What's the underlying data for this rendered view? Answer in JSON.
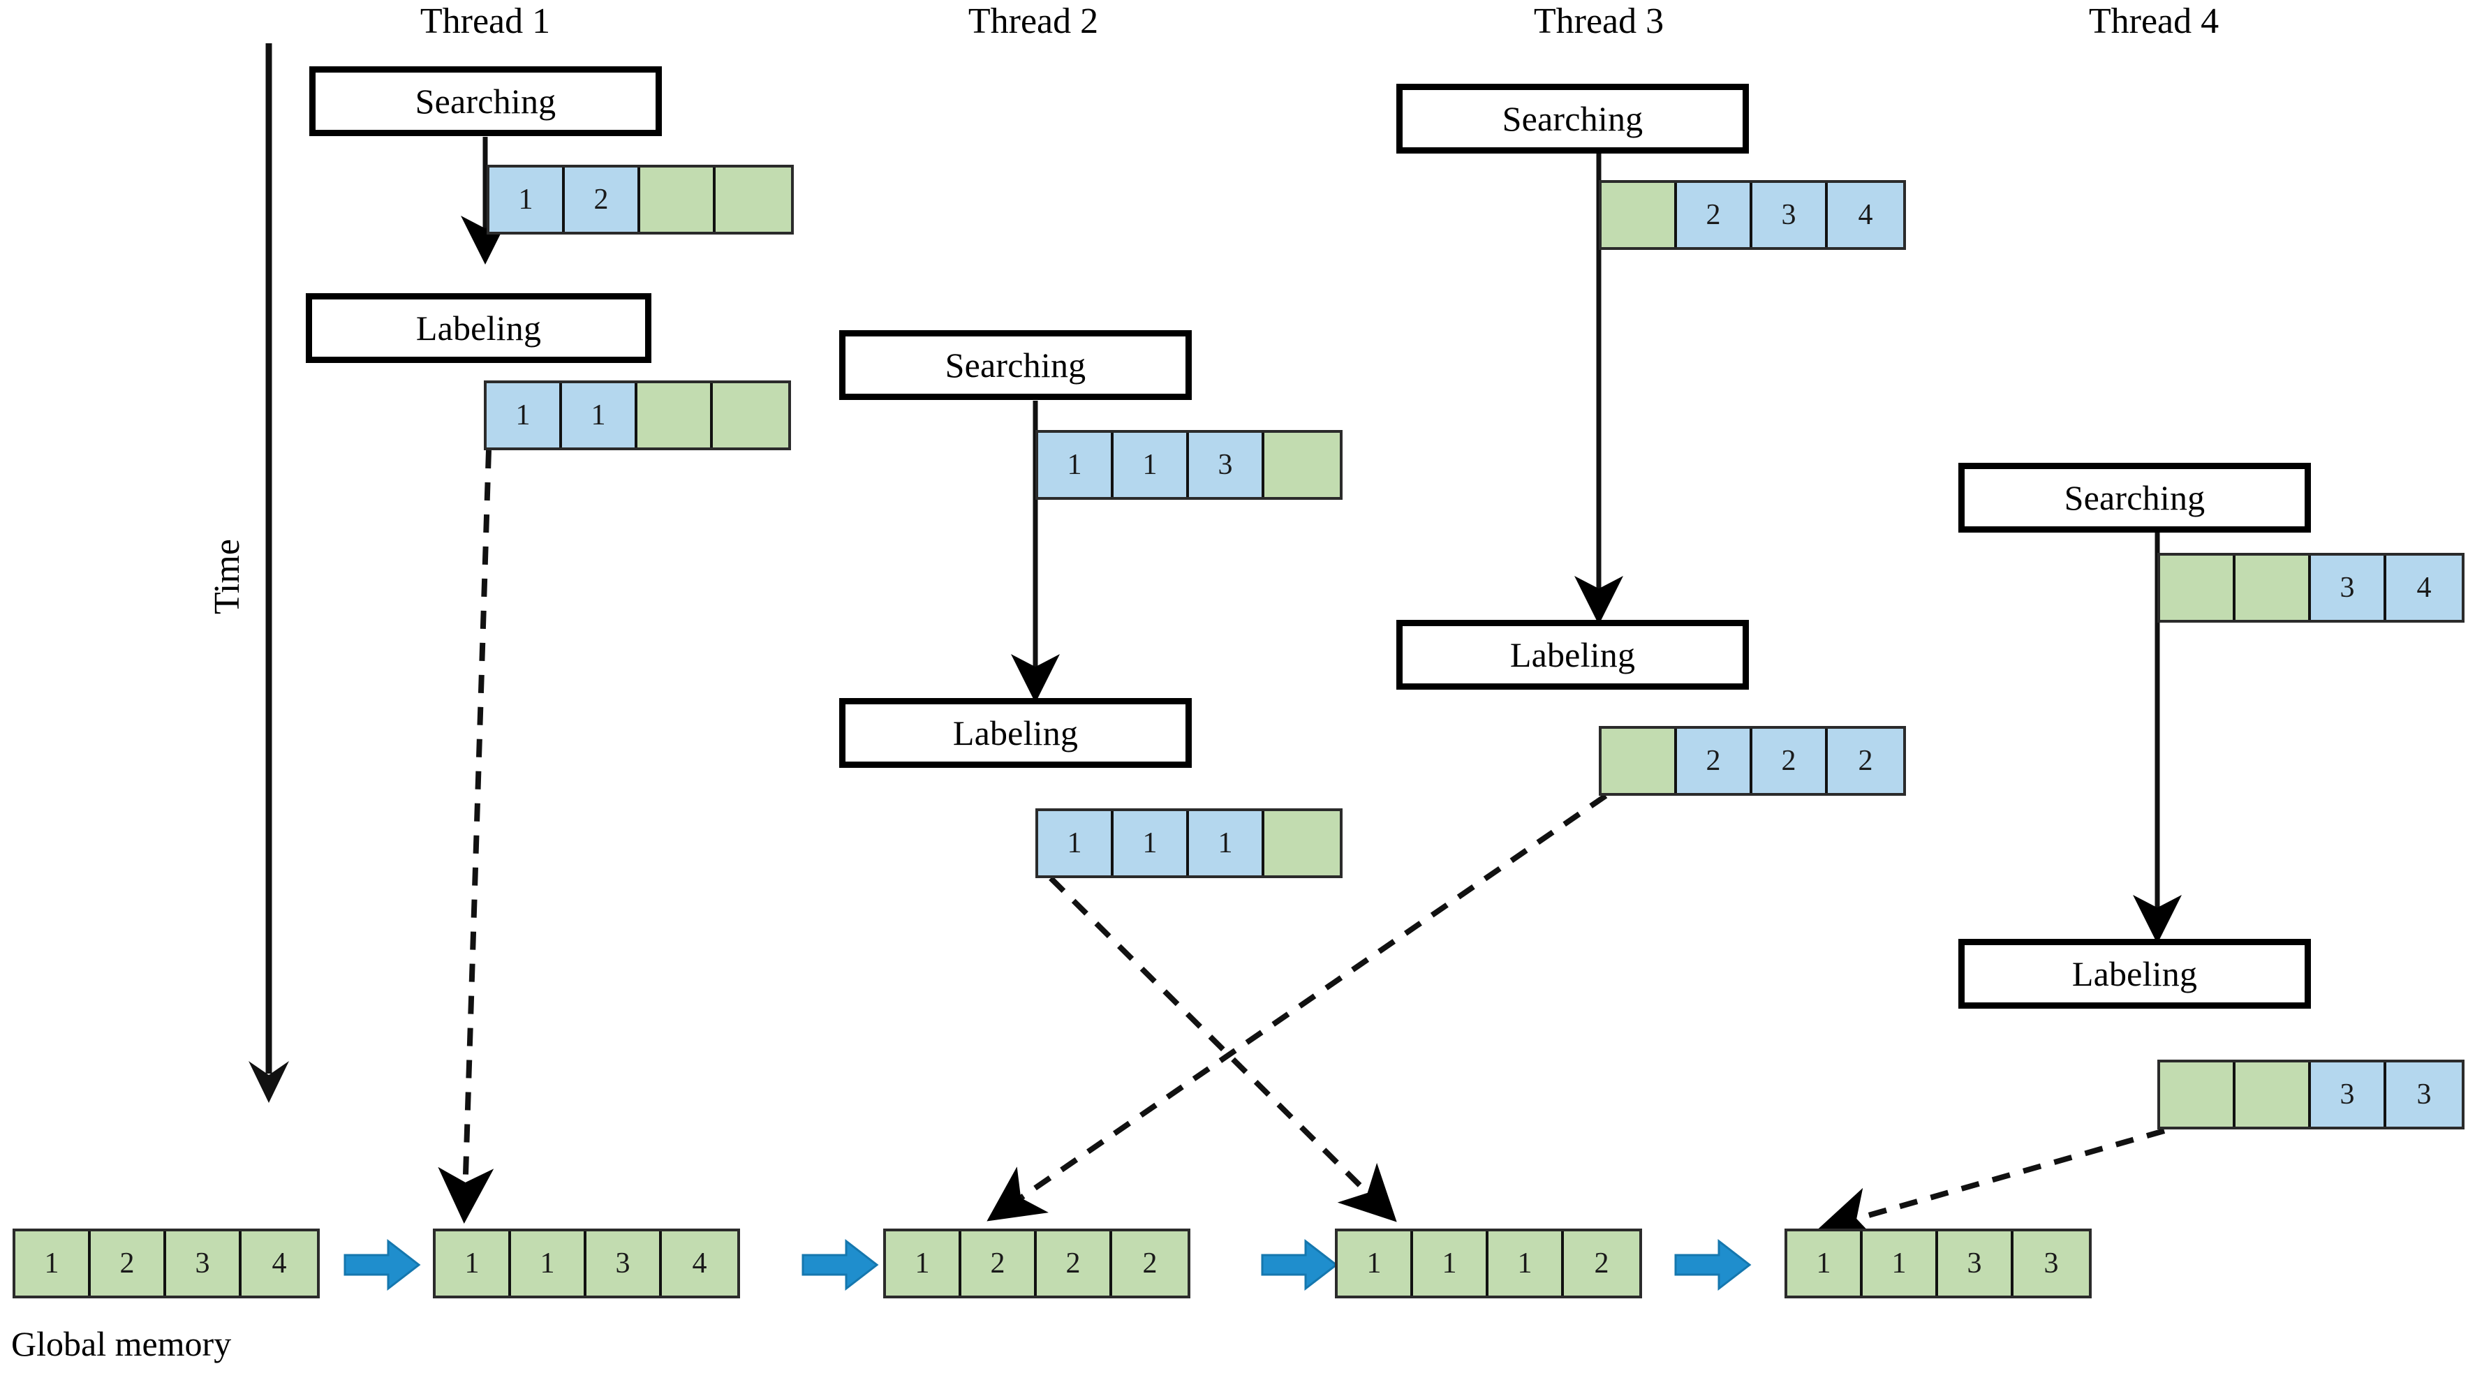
{
  "figure": {
    "time_axis_label": "Time",
    "global_memory_label": "Global memory",
    "colors": {
      "blue_cell": "#b4d7ee",
      "green_cell": "#c2dcb0",
      "flow_arrow": "#1f8ecd",
      "outline": "#000000"
    }
  },
  "threads": [
    {
      "title": "Thread 1",
      "searching_label": "Searching",
      "labeling_label": "Labeling",
      "searching_array": {
        "values": [
          "1",
          "2",
          "",
          ""
        ],
        "kinds": [
          "blue",
          "blue",
          "green",
          "green"
        ]
      },
      "labeling_array": {
        "values": [
          "1",
          "1",
          "",
          ""
        ],
        "kinds": [
          "blue",
          "blue",
          "green",
          "green"
        ]
      }
    },
    {
      "title": "Thread 2",
      "searching_label": "Searching",
      "labeling_label": "Labeling",
      "searching_array": {
        "values": [
          "1",
          "1",
          "3",
          ""
        ],
        "kinds": [
          "blue",
          "blue",
          "blue",
          "green"
        ]
      },
      "labeling_array": {
        "values": [
          "1",
          "1",
          "1",
          ""
        ],
        "kinds": [
          "blue",
          "blue",
          "blue",
          "green"
        ]
      }
    },
    {
      "title": "Thread 3",
      "searching_label": "Searching",
      "labeling_label": "Labeling",
      "searching_array": {
        "values": [
          "",
          "2",
          "3",
          "4"
        ],
        "kinds": [
          "green",
          "blue",
          "blue",
          "blue"
        ]
      },
      "labeling_array": {
        "values": [
          "",
          "2",
          "2",
          "2"
        ],
        "kinds": [
          "green",
          "blue",
          "blue",
          "blue"
        ]
      }
    },
    {
      "title": "Thread 4",
      "searching_label": "Searching",
      "labeling_label": "Labeling",
      "searching_array": {
        "values": [
          "",
          "",
          "3",
          "4"
        ],
        "kinds": [
          "green",
          "green",
          "blue",
          "blue"
        ]
      },
      "labeling_array": {
        "values": [
          "",
          "",
          "3",
          "3"
        ],
        "kinds": [
          "green",
          "green",
          "blue",
          "blue"
        ]
      }
    }
  ],
  "global_memory_states": [
    {
      "values": [
        "1",
        "2",
        "3",
        "4"
      ],
      "kinds": [
        "green",
        "green",
        "green",
        "green"
      ]
    },
    {
      "values": [
        "1",
        "1",
        "3",
        "4"
      ],
      "kinds": [
        "green",
        "green",
        "green",
        "green"
      ]
    },
    {
      "values": [
        "1",
        "2",
        "2",
        "2"
      ],
      "kinds": [
        "green",
        "green",
        "green",
        "green"
      ]
    },
    {
      "values": [
        "1",
        "1",
        "1",
        "2"
      ],
      "kinds": [
        "green",
        "green",
        "green",
        "green"
      ]
    },
    {
      "values": [
        "1",
        "1",
        "3",
        "3"
      ],
      "kinds": [
        "green",
        "green",
        "green",
        "green"
      ]
    }
  ],
  "flow_arrows_count": 4
}
